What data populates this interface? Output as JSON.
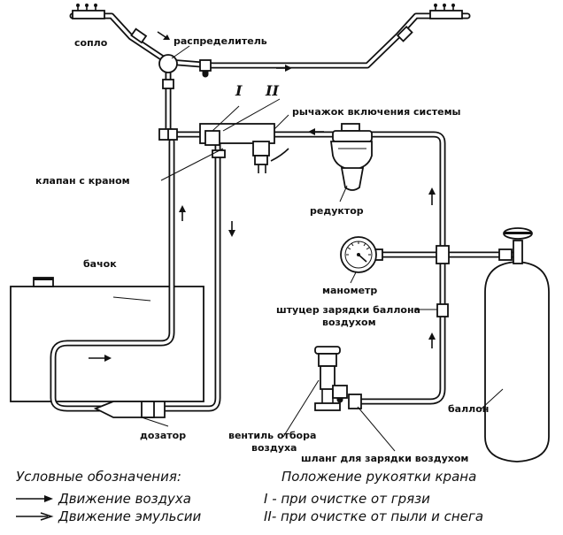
{
  "labels": {
    "nozzle": "сопло",
    "distributor": "распределитель",
    "switch_lever": "рычажок включения системы",
    "valve_with_tap": "клапан с краном",
    "reducer": "редуктор",
    "tank": "бачок",
    "pressure_gauge": "манометр",
    "fitting_line1": "штуцер зарядки баллона",
    "fitting_line2": "воздухом",
    "cylinder": "баллон",
    "doser": "дозатор",
    "valve_line1": "вентиль отбора",
    "valve_line2": "воздуха",
    "hose": "шланг для зарядки воздухом"
  },
  "positions": {
    "one": "I",
    "two": "II"
  },
  "legend": {
    "title": "Условные обозначения:",
    "air": "Движение воздуха",
    "emulsion": "Движение эмульсии"
  },
  "handle_legend": {
    "title": "Положение рукоятки крана",
    "item1": "I -  при очистке от грязи",
    "item2": "II-  при очистке от пыли и снега"
  }
}
